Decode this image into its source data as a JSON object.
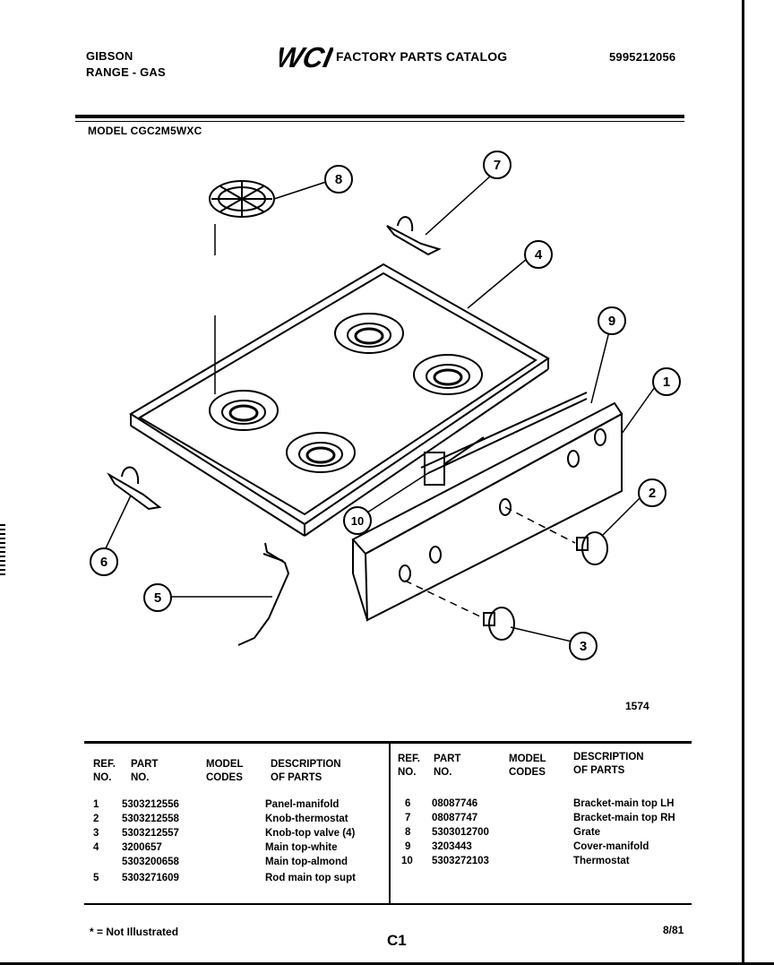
{
  "header": {
    "brand": "GIBSON",
    "product": "RANGE - GAS",
    "logo_text": "WCI",
    "catalog_title": "FACTORY PARTS CATALOG",
    "catalog_number": "5995212056",
    "model_line": "MODEL CGC2M5WXC"
  },
  "diagram": {
    "figure_number": "1574",
    "callouts": [
      "1",
      "2",
      "3",
      "4",
      "5",
      "6",
      "7",
      "8",
      "9",
      "10"
    ]
  },
  "parts_table": {
    "headers": {
      "ref": [
        "REF.",
        "NO."
      ],
      "part": [
        "PART",
        "NO."
      ],
      "model": [
        "MODEL",
        "CODES"
      ],
      "desc": [
        "DESCRIPTION",
        "OF PARTS"
      ]
    },
    "left": [
      {
        "ref": "1",
        "part": "5303212556",
        "model": "",
        "desc": "Panel-manifold"
      },
      {
        "ref": "2",
        "part": "5303212558",
        "model": "",
        "desc": "Knob-thermostat"
      },
      {
        "ref": "3",
        "part": "5303212557",
        "model": "",
        "desc": "Knob-top valve (4)"
      },
      {
        "ref": "4",
        "part": "3200657",
        "model": "",
        "desc": "Main top-white"
      },
      {
        "ref": "",
        "part": "5303200658",
        "model": "",
        "desc": "Main top-almond"
      },
      {
        "ref": "5",
        "part": "5303271609",
        "model": "",
        "desc": "Rod main top supt"
      }
    ],
    "right": [
      {
        "ref": "6",
        "part": "08087746",
        "model": "",
        "desc": "Bracket-main top LH"
      },
      {
        "ref": "7",
        "part": "08087747",
        "model": "",
        "desc": "Bracket-main top RH"
      },
      {
        "ref": "8",
        "part": "5303012700",
        "model": "",
        "desc": "Grate"
      },
      {
        "ref": "9",
        "part": "3203443",
        "model": "",
        "desc": "Cover-manifold"
      },
      {
        "ref": "10",
        "part": "5303272103",
        "model": "",
        "desc": "Thermostat"
      }
    ]
  },
  "footer": {
    "footnote": "* = Not Illustrated",
    "page_id": "C1",
    "date": "8/81"
  }
}
